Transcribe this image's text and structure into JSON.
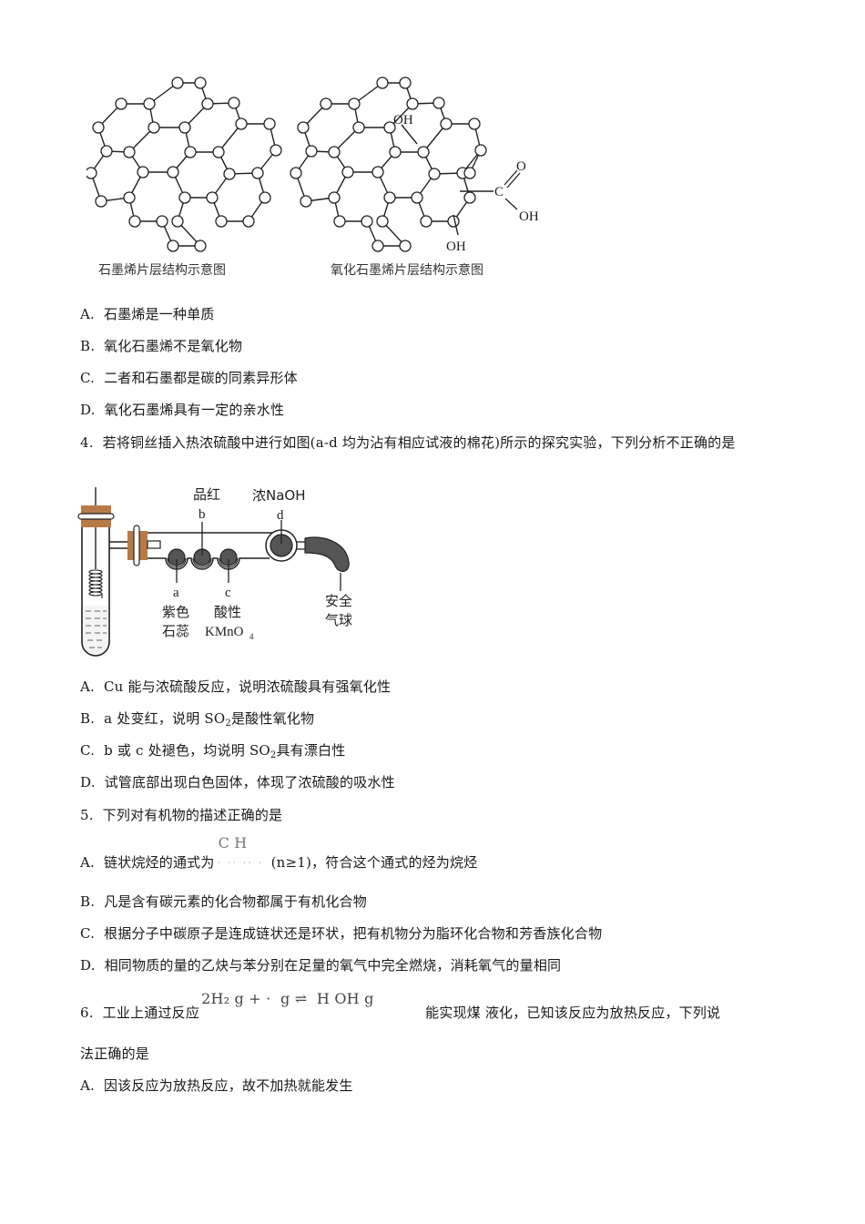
{
  "figure1": {
    "graphene_caption": "石墨烯片层结构示意图",
    "graphene_oxide_caption": "氧化石墨烯片层结构示意图",
    "group_labels": {
      "oh_top": "OH",
      "oh_bottom": "OH",
      "carboxyl_c": "C",
      "carboxyl_o": "O",
      "carboxyl_oh": "OH"
    }
  },
  "q3": {
    "options": [
      {
        "letter": "A.",
        "text": "石墨烯是一种单质"
      },
      {
        "letter": "B.",
        "text": "氧化石墨烯不是氧化物"
      },
      {
        "letter": "C.",
        "text": "二者和石墨都是碳的同素异形体"
      },
      {
        "letter": "D.",
        "text": "氧化石墨烯具有一定的亲水性"
      }
    ]
  },
  "q4": {
    "number": "4.",
    "stem": "若将铜丝插入热浓硫酸中进行如图(a-d 均为沾有相应试液的棉花)所示的探究实验，下列分析不正确的是",
    "figure": {
      "b_reagent": "品红",
      "b_letter": "b",
      "d_reagent": "浓NaOH",
      "d_letter": "d",
      "a_letter": "a",
      "a_reagent_1": "紫色",
      "a_reagent_2": "石蕊",
      "c_letter": "c",
      "c_reagent_1": "酸性",
      "c_reagent_2": "KMnO",
      "c_reagent_sub": "4",
      "balloon_1": "安全",
      "balloon_2": "气球"
    },
    "options": [
      {
        "letter": "A.",
        "pre": "Cu 能与浓硫酸反应，说明浓硫酸具有强氧化性",
        "sub": "",
        "post": ""
      },
      {
        "letter": "B.",
        "pre": "a 处变红，说明 SO",
        "sub": "2",
        "post": "是酸性氧化物"
      },
      {
        "letter": "C.",
        "pre": "b 或 c 处褪色，均说明 SO",
        "sub": "2",
        "post": "具有漂白性"
      },
      {
        "letter": "D.",
        "pre": "试管底部出现白色固体，体现了浓硫酸的吸水性",
        "sub": "",
        "post": ""
      }
    ]
  },
  "q5": {
    "number": "5.",
    "stem": "下列对有机物的描述正确的是",
    "options": [
      {
        "letter": "A.",
        "pre": "链状烷烃的通式为",
        "formula": "C H",
        "post": "(n≥1)，符合这个通式的烃为烷烃"
      },
      {
        "letter": "B.",
        "text": "凡是含有碳元素的化合物都属于有机化合物"
      },
      {
        "letter": "C.",
        "text": "根据分子中碳原子是连成链状还是环状，把有机物分为脂环化合物和芳香族化合物"
      },
      {
        "letter": "D.",
        "text": "相同物质的量的乙炔与苯分别在足量的氧气中完全燃烧，消耗氧气的量相同"
      }
    ]
  },
  "q6": {
    "number": "6.",
    "stem_pre": "工业上通过反应",
    "equation": "2H₂ g + ·  g ⇌  H OH g",
    "stem_post": "能实现煤   液化，已知该反应为放热反应，下列说",
    "stem_line2": "法正确的是",
    "options": [
      {
        "letter": "A.",
        "text": "因该反应为放热反应，故不加热就能发生"
      }
    ]
  }
}
